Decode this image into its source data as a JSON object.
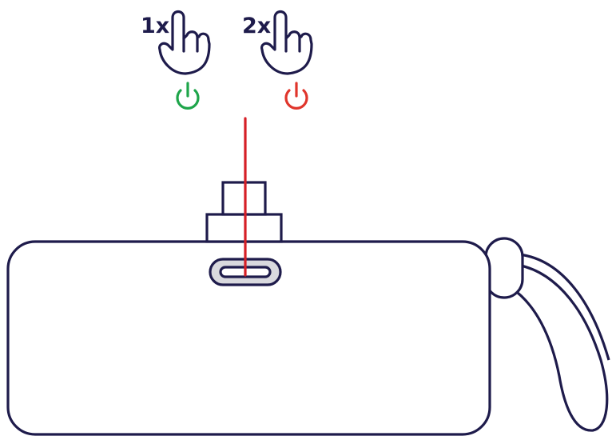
{
  "instructions": [
    {
      "press_label": "1x",
      "power_color": "#1ea54a",
      "icon": "power-icon"
    },
    {
      "press_label": "2x",
      "power_color": "#e0352b",
      "icon": "power-icon"
    }
  ],
  "colors": {
    "outline": "#1e1b4b",
    "indicator_line": "#d61f26",
    "port_fill": "#d9d9de",
    "background": "#ffffff"
  },
  "device": {
    "type": "power-bank",
    "port": "usb-c-port",
    "button": "power-button",
    "strap": "lanyard-strap"
  }
}
